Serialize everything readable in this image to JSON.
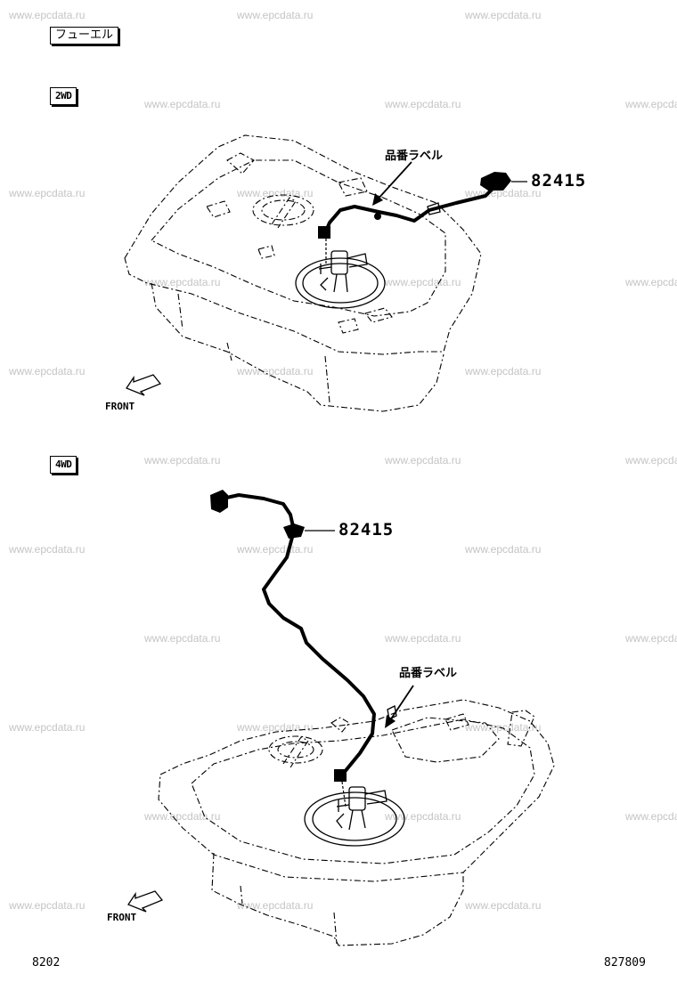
{
  "watermark": "www.epcdata.ru",
  "header": {
    "category_label": "フューエル"
  },
  "sections": [
    {
      "variant_label": "2WD",
      "part_number": "82415",
      "label_text": "品番ラベル",
      "front_label": "FRONT"
    },
    {
      "variant_label": "4WD",
      "part_number": "82415",
      "label_text": "品番ラベル",
      "front_label": "FRONT"
    }
  ],
  "footer": {
    "page_code": "8202",
    "figure_code": "827809"
  },
  "icons": [
    "front-arrow-icon",
    "leader-arrow-icon",
    "connector-icon",
    "clip-icon",
    "fuel-tank-icon",
    "fuel-pump-icon"
  ]
}
